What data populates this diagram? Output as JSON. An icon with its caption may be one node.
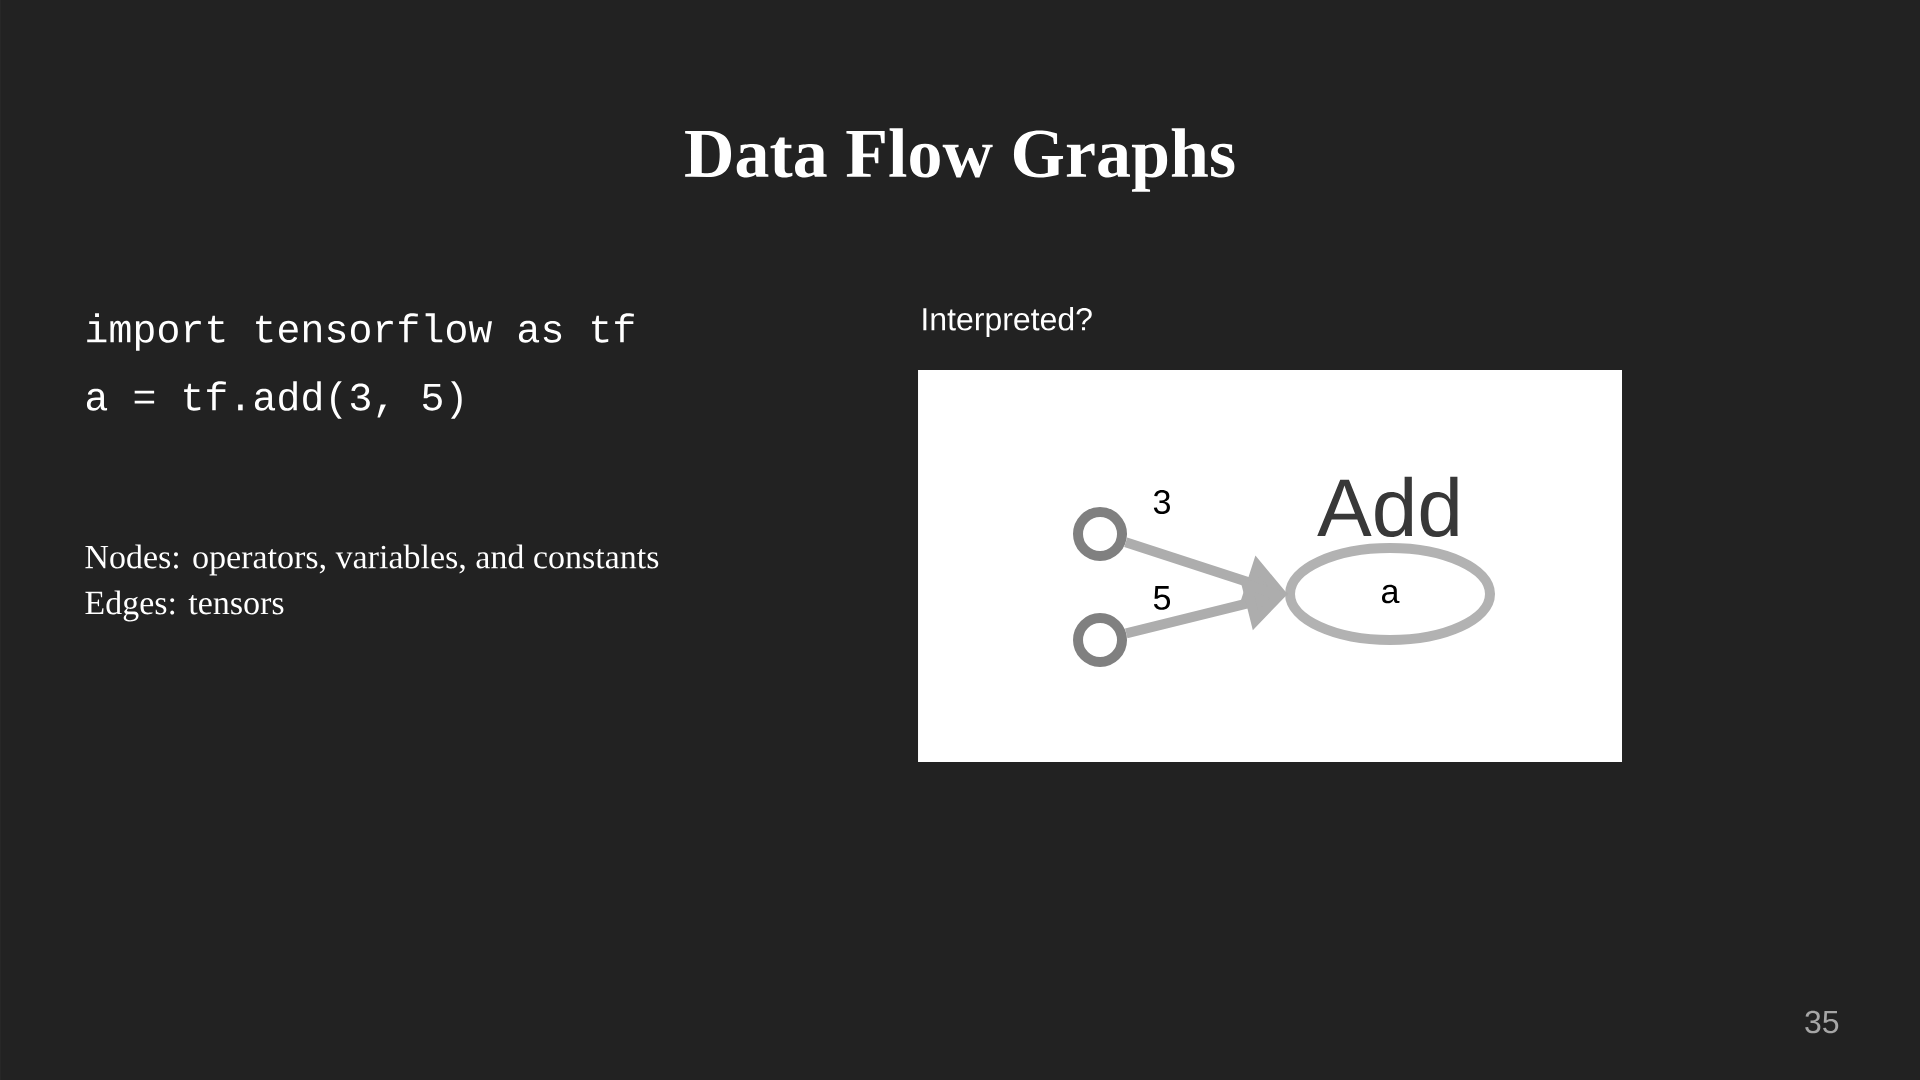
{
  "diagram": {
    "title": "Data Flow Graphs",
    "nodes": [
      {
        "text": [],
        "shape": "circle"
      },
      {
        "text": [],
        "shape": "circle"
      },
      {
        "text": [
          "Add",
          "a"
        ]
      }
    ],
    "edges": [
      {
        "from": 0,
        "to": 2,
        "arrow": "to",
        "label": "3"
      },
      {
        "from": 1,
        "to": 2,
        "arrow": "to",
        "label": "5"
      }
    ],
    "labels": [
      "import tensorflow as tf",
      "a = tf.add(3, 5)",
      "Nodes: operators, variables, and constants",
      "Edges: tensors",
      "Interpreted?",
      "35"
    ]
  }
}
